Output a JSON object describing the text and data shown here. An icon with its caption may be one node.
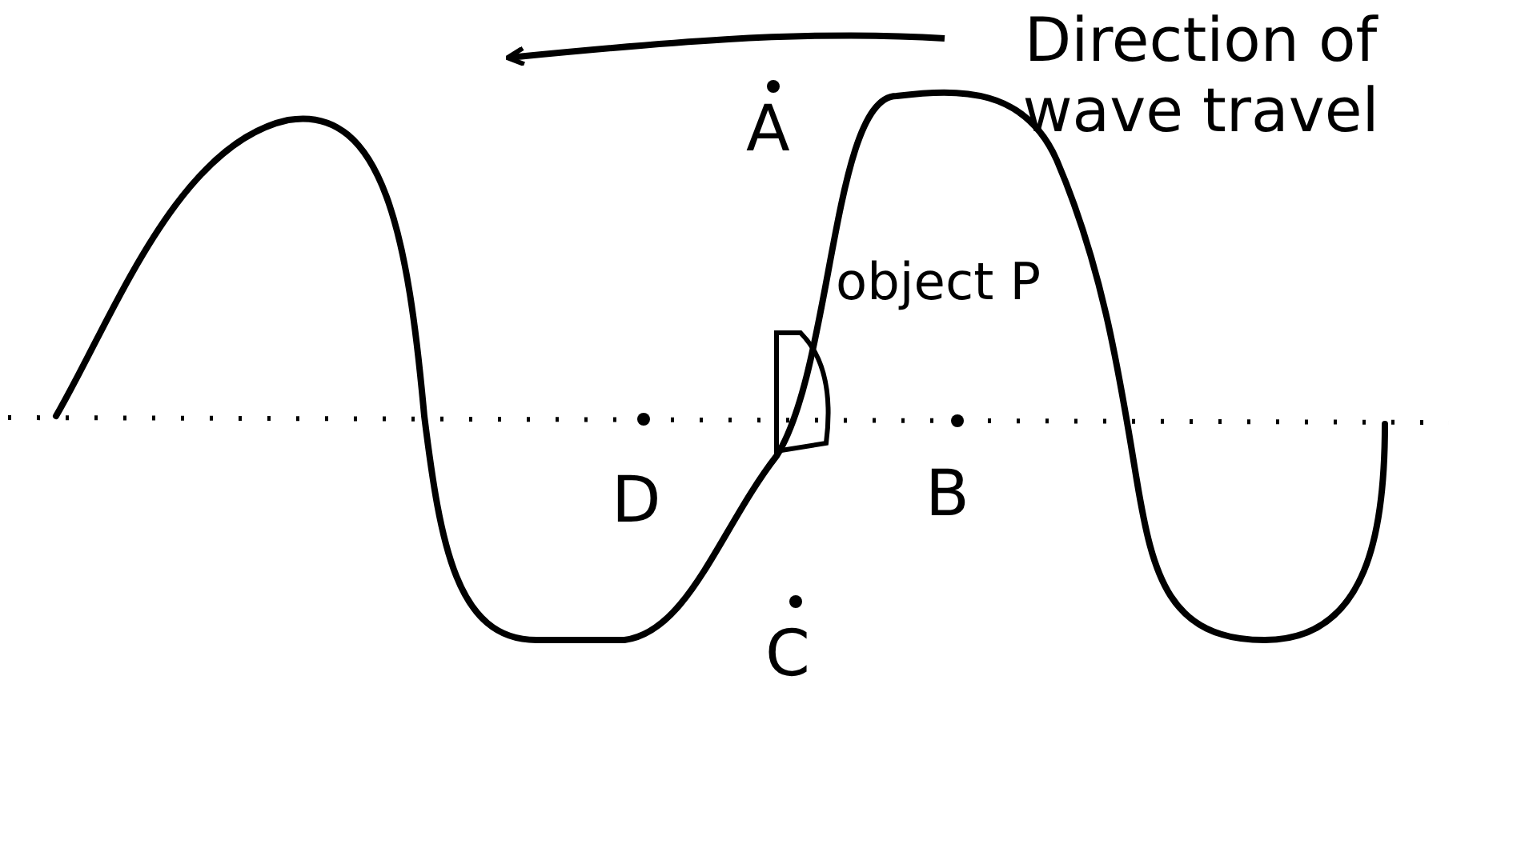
{
  "diagram": {
    "labels": [
      "Direction of wave travel",
      "A",
      "B",
      "C",
      "D",
      "object P"
    ]
  }
}
